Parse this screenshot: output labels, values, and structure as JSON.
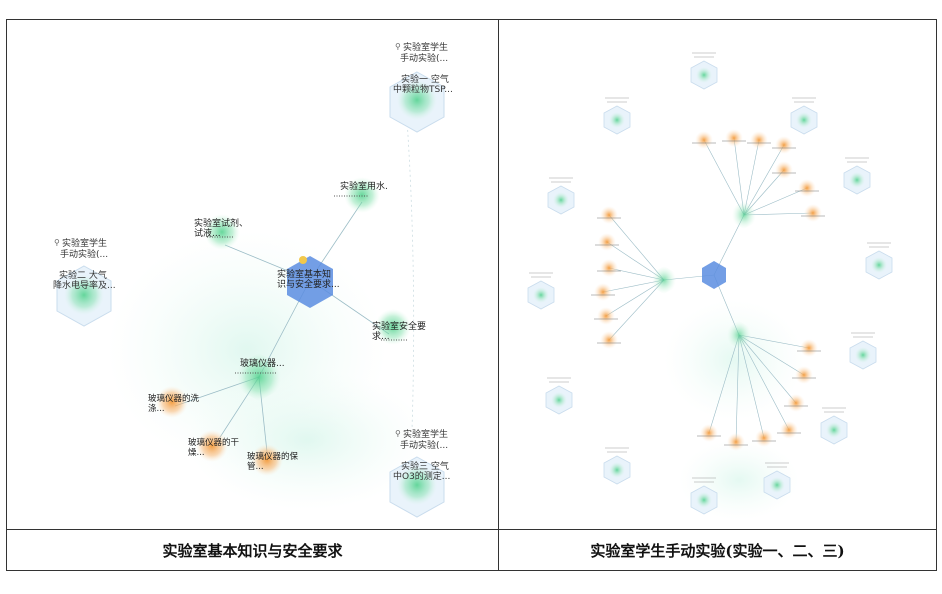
{
  "left_panel": {
    "caption": "实验室基本知识与安全要求",
    "center": "实验室基本知识与安全要求...",
    "center_l1": "实验室基本知",
    "center_l2": "识与安全要求...",
    "n_water_l1": "实验室用水.",
    "n_reagent_l1": "实验室试剂、",
    "n_reagent_l2": "试液...",
    "n_safety_l1": "实验室安全要",
    "n_safety_l2": "求...",
    "n_glass_l1": "玻璃仪器...",
    "n_wash_l1": "玻璃仪器的洗",
    "n_wash_l2": "涤...",
    "n_dry_l1": "玻璃仪器的干",
    "n_dry_l2": "燥...",
    "n_store_l1": "玻璃仪器的保",
    "n_store_l2": "管...",
    "card1_t1": "实验室学生",
    "card1_t2": "手动实验(...",
    "card1_b1": "实验一 空气",
    "card1_b2": "中颗粒物TSP...",
    "card2_t1": "实验室学生",
    "card2_t2": "手动实验(...",
    "card2_b1": "实验二 大气",
    "card2_b2": "降水电导率及...",
    "card3_t1": "实验室学生",
    "card3_t2": "手动实验(...",
    "card3_b1": "实验三 空气",
    "card3_b2": "中O3的测定..."
  },
  "right_panel": {
    "caption": "实验室学生手动实验(实验一、二、三)"
  },
  "colors": {
    "green": "#4cd08a",
    "orange": "#f39a3a",
    "blue": "#5b8de0",
    "edge": "#9bbcc6"
  }
}
